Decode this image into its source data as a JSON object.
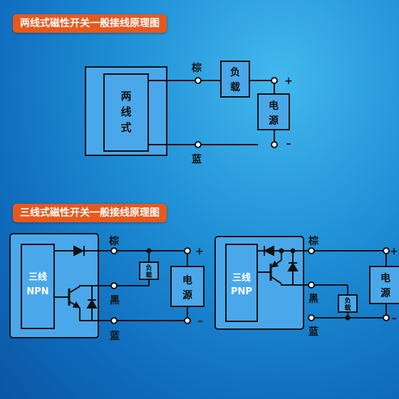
{
  "headings": {
    "two_wire": "两线式磁性开关一般接线原理图",
    "three_wire": "三线式磁性开关一般接线原理图"
  },
  "diagram1": {
    "switch_line1": "两",
    "switch_line2": "线",
    "switch_line3": "式",
    "brown": "棕",
    "blue": "蓝",
    "load_line1": "负",
    "load_line2": "载",
    "power_line1": "电",
    "power_line2": "源",
    "plus": "+",
    "minus": "–"
  },
  "npn": {
    "title_line1": "三线",
    "title_line2": "NPN",
    "brown": "棕",
    "black": "黑",
    "blue": "蓝",
    "load_line1": "负",
    "load_line2": "载",
    "power_line1": "电",
    "power_line2": "源",
    "plus": "+",
    "minus": "–"
  },
  "pnp": {
    "title_line1": "三线",
    "title_line2": "PNP",
    "brown": "棕",
    "black": "黑",
    "blue": "蓝",
    "load_line1": "负",
    "load_line2": "载",
    "power_line1": "电",
    "power_line2": "源",
    "plus": "+",
    "minus": "–"
  },
  "colors": {
    "line": "#111111",
    "box_fill": "#4aa8ea",
    "accent": "#e8581d"
  }
}
